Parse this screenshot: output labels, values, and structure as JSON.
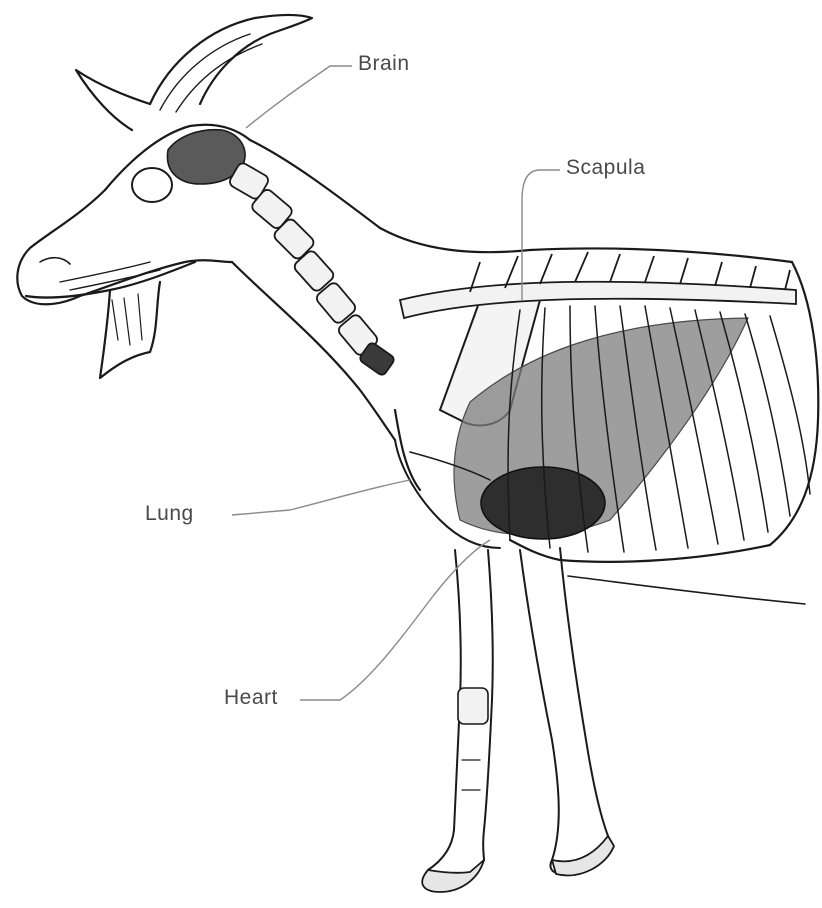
{
  "labels": {
    "brain": "Brain",
    "scapula": "Scapula",
    "lung": "Lung",
    "heart": "Heart"
  },
  "colors": {
    "outline": "#1a1a1a",
    "leader_line": "#8a8a8a",
    "brain_fill": "#5a5a5a",
    "lung_fill": "#7d7d7d",
    "heart_fill": "#2e2e2e",
    "label_text": "#4a4a4a"
  }
}
